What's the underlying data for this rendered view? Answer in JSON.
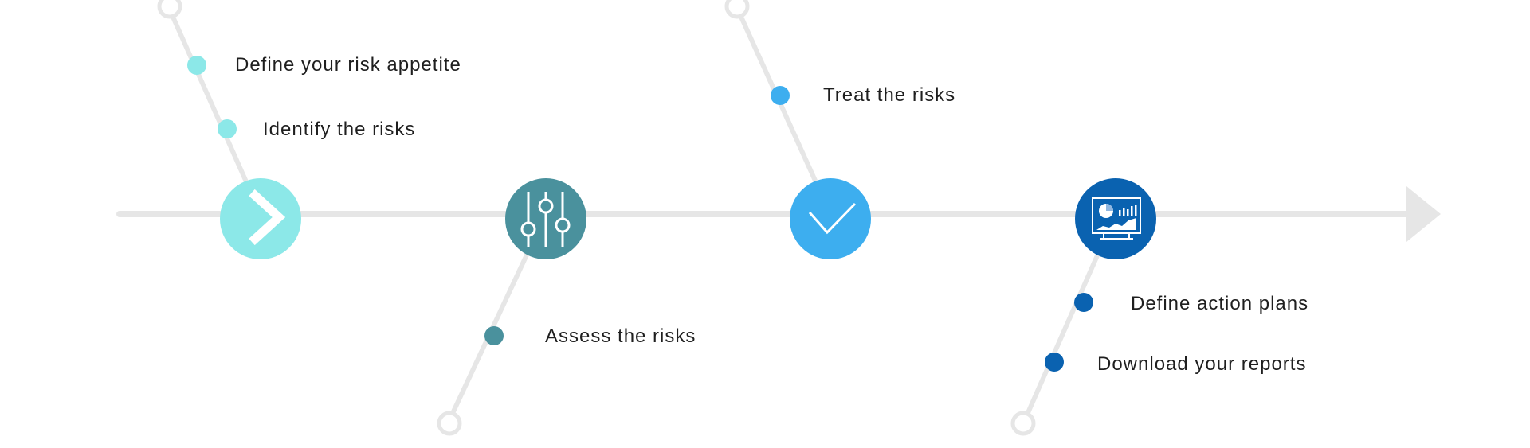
{
  "colors": {
    "line": "#e6e6e6",
    "step1": "#8ce8e8",
    "step2": "#4a919d",
    "step3": "#3daeef",
    "step4": "#0a62b0",
    "text": "#1f1f1f"
  },
  "steps": [
    {
      "icon": "chevron-right-icon",
      "items": [
        "Define your risk appetite",
        "Identify the risks"
      ]
    },
    {
      "icon": "sliders-icon",
      "items": [
        "Assess the risks"
      ]
    },
    {
      "icon": "checkmark-icon",
      "items": [
        "Treat the risks"
      ]
    },
    {
      "icon": "report-dashboard-icon",
      "items": [
        "Define action plans",
        "Download your reports"
      ]
    }
  ]
}
